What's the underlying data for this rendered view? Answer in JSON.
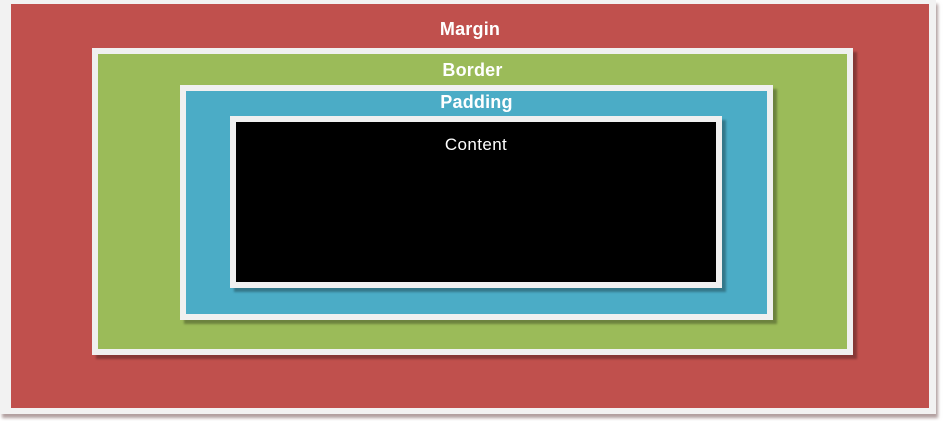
{
  "diagram": {
    "type": "css-box-model",
    "canvas_bg": "#F2F2F2",
    "frame_color": "#F0F0F0",
    "label_text_color": "#FFFFFF",
    "layers": [
      {
        "id": "margin",
        "label": "Margin",
        "color": "#C0504D"
      },
      {
        "id": "border",
        "label": "Border",
        "color": "#9BBB59"
      },
      {
        "id": "padding",
        "label": "Padding",
        "color": "#4BACC6"
      },
      {
        "id": "content",
        "label": "Content",
        "color": "#000000"
      }
    ]
  }
}
